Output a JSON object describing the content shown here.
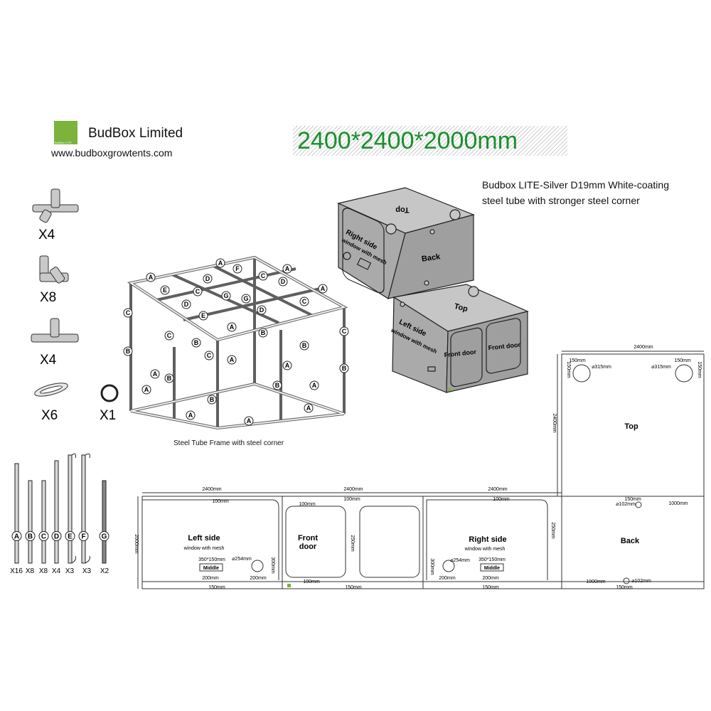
{
  "brand": {
    "name": "BudBox Limited",
    "mini_logo": "BudBox LITE",
    "website": "www.budboxgrowtents.com",
    "accent": "#7bb33d"
  },
  "headline": {
    "size": "2400*2400*2000mm",
    "color": "#1a8f2e"
  },
  "description": {
    "line1": "Budbox LITE-Silver D19mm White-coating",
    "line2": "steel tube with stronger steel corner"
  },
  "connectors": [
    {
      "icon": "4-way-corner-connector-icon",
      "qty": "X4"
    },
    {
      "icon": "3-way-corner-connector-icon",
      "qty": "X8"
    },
    {
      "icon": "t-connector-icon",
      "qty": "X4"
    },
    {
      "icon": "strap-icon",
      "qty": "X6"
    },
    {
      "icon": "ring-icon",
      "qty": "X1"
    }
  ],
  "frame": {
    "caption": "Steel Tube Frame with steel corner"
  },
  "poles": [
    {
      "label": "A",
      "qty": "X16"
    },
    {
      "label": "B",
      "qty": "X8"
    },
    {
      "label": "C",
      "qty": "X8"
    },
    {
      "label": "D",
      "qty": "X4"
    },
    {
      "label": "E",
      "qty": "X3"
    },
    {
      "label": "F",
      "qty": "X3"
    },
    {
      "label": "G",
      "qty": "X2"
    }
  ],
  "box_labels": {
    "top": "Top",
    "back": "Back",
    "right_side": "Right side",
    "window_with_mesh": "window with mesh",
    "left_side": "Left side",
    "front_door": "Front door"
  },
  "blueprint": {
    "w2400": "2400mm",
    "h2400": "2400mm",
    "h2000": "2000mm",
    "d100": "100mm",
    "d150": "150mm",
    "d200": "200mm",
    "d250": "250mm",
    "d300": "300mm",
    "d1000": "1000mm",
    "vent254": "⌀254mm",
    "vent315": "⌀315mm",
    "vent102": "⌀102mm",
    "win": "350*150mm",
    "middle": "Middle",
    "left_side": "Left side",
    "right_side": "Right side",
    "window_with_mesh": "window with mesh",
    "front": "Front",
    "door": "door",
    "top": "Top",
    "back": "Back"
  }
}
